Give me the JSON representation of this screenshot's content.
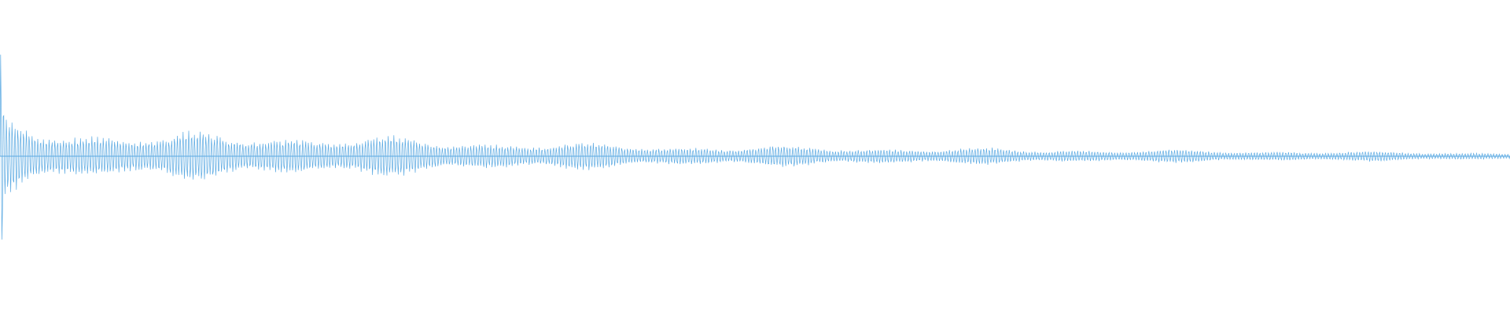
{
  "waveform": {
    "color": "#5aa9e2",
    "peak_amplitude": 0.27,
    "sample_count": 2400,
    "carrier_cycles": 530,
    "amplitude_envelope": [
      [
        0.0,
        1.0
      ],
      [
        0.003,
        0.3
      ],
      [
        0.02,
        0.25
      ],
      [
        0.06,
        0.21
      ],
      [
        0.1,
        0.19
      ],
      [
        0.17,
        0.19
      ],
      [
        0.25,
        0.16
      ],
      [
        0.3,
        0.14
      ],
      [
        0.38,
        0.11
      ],
      [
        0.45,
        0.09
      ],
      [
        0.55,
        0.08
      ],
      [
        0.63,
        0.07
      ],
      [
        0.7,
        0.06
      ],
      [
        0.8,
        0.05
      ],
      [
        0.9,
        0.04
      ],
      [
        1.0,
        0.03
      ]
    ],
    "beat_modulations": [
      {
        "period": 0.065,
        "depth": 0.35
      },
      {
        "period": 0.13,
        "depth": 0.3
      }
    ]
  }
}
